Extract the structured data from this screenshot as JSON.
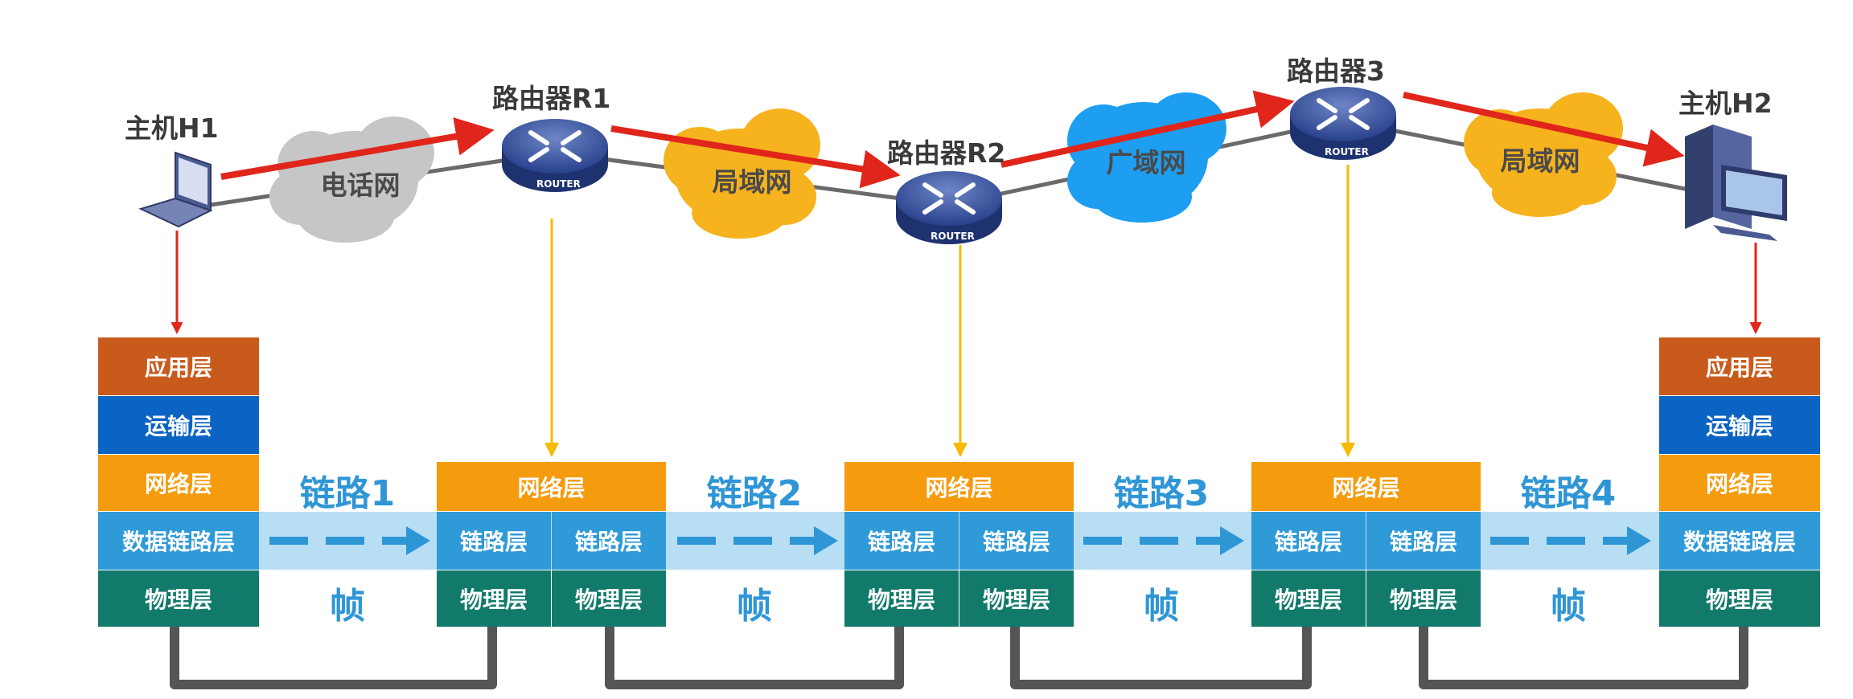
{
  "colors": {
    "app": "#c85a1c",
    "transport": "#0b63c4",
    "network": "#f59b0e",
    "datalink": "#2f9ad8",
    "physical": "#117a6b",
    "band": "#b8def4",
    "arrow_red": "#e0261b",
    "arrow_yellow": "#f4bb00",
    "cable": "#555555",
    "text_blue": "#2f96d6"
  },
  "nodes": {
    "h1": "主机H1",
    "r1": "路由器R1",
    "r2": "路由器R2",
    "r3": "路由器3",
    "h2": "主机H2"
  },
  "router_badge": "ROUTER",
  "clouds": [
    {
      "label": "电话网",
      "kind": "gray-cloud"
    },
    {
      "label": "局域网",
      "kind": "orange-cloud"
    },
    {
      "label": "广域网",
      "kind": "blue-cloud"
    },
    {
      "label": "局域网",
      "kind": "orange-cloud"
    }
  ],
  "host_layers": [
    "应用层",
    "运输层",
    "网络层",
    "数据链路层",
    "物理层"
  ],
  "router_layers": {
    "network": "网络层",
    "link": "链路层",
    "physical": "物理层"
  },
  "links": [
    {
      "name": "链路1",
      "unit": "帧"
    },
    {
      "name": "链路2",
      "unit": "帧"
    },
    {
      "name": "链路3",
      "unit": "帧"
    },
    {
      "name": "链路4",
      "unit": "帧"
    }
  ]
}
